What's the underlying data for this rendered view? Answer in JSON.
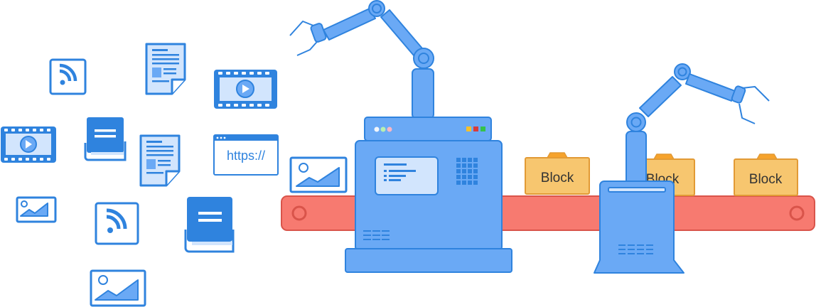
{
  "url_card": {
    "text": "https://"
  },
  "blocks": [
    {
      "label": "Block"
    },
    {
      "label": "Block"
    },
    {
      "label": "Block"
    }
  ],
  "colors": {
    "primary_blue": "#2f83de",
    "light_blue": "#6aa9f5",
    "pale_blue": "#d2e5fd",
    "belt_red": "#f77a70",
    "belt_red_dark": "#d9544a",
    "block_orange": "#f7c66f",
    "block_border": "#e29a35",
    "tab_orange": "#f6a32c"
  },
  "icons": [
    "rss-icon",
    "document-icon",
    "video-icon",
    "video-icon",
    "book-icon",
    "document-icon",
    "browser-window-icon",
    "image-icon",
    "rss-icon",
    "book-icon",
    "image-icon",
    "image-icon"
  ]
}
